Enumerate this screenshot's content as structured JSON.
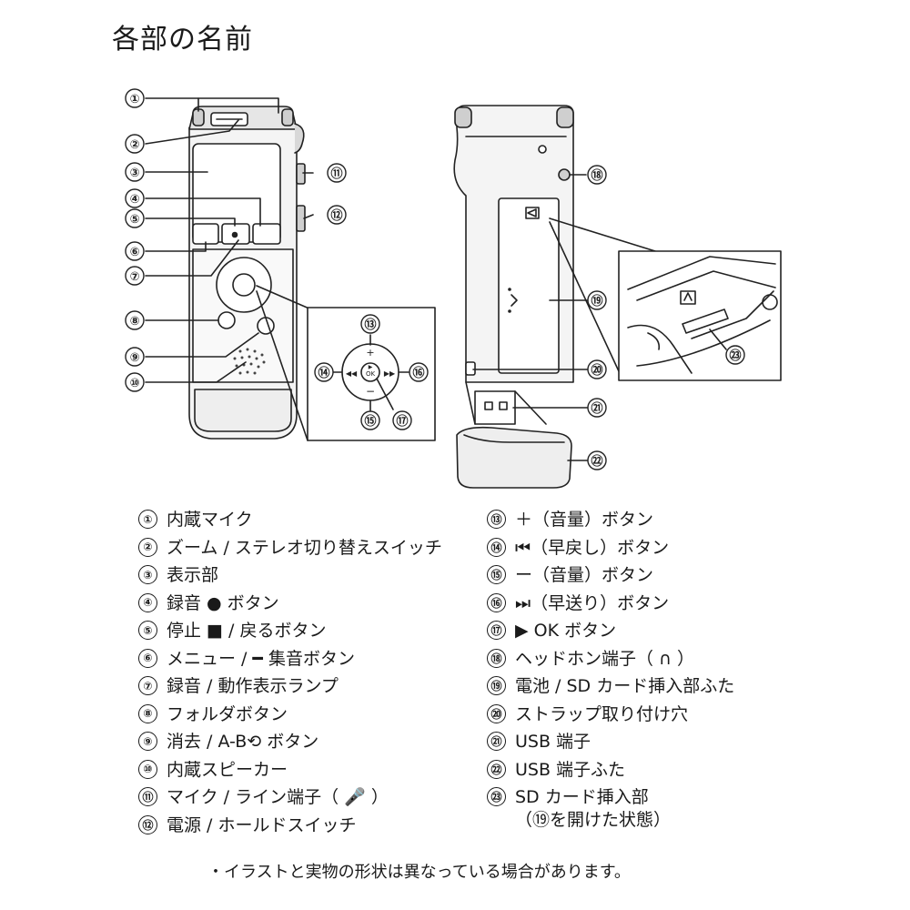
{
  "title": "各部の名前",
  "callouts": [
    "①",
    "②",
    "③",
    "④",
    "⑤",
    "⑥",
    "⑦",
    "⑧",
    "⑨",
    "⑩",
    "⑪",
    "⑫",
    "⑬",
    "⑭",
    "⑮",
    "⑯",
    "⑰",
    "⑱",
    "⑲",
    "⑳",
    "㉑",
    "㉒",
    "㉓"
  ],
  "button_labels": {
    "ok": "OK"
  },
  "parts_left": [
    {
      "num": "①",
      "label": "内蔵マイク"
    },
    {
      "num": "②",
      "label": "ズーム / ステレオ切り替えスイッチ"
    },
    {
      "num": "③",
      "label": "表示部"
    },
    {
      "num": "④",
      "label": "録音 ● ボタン"
    },
    {
      "num": "⑤",
      "label": "停止 ■ / 戻るボタン"
    },
    {
      "num": "⑥",
      "label": "メニュー / ━ 集音ボタン"
    },
    {
      "num": "⑦",
      "label": "録音 / 動作表示ランプ"
    },
    {
      "num": "⑧",
      "label": "フォルダボタン"
    },
    {
      "num": "⑨",
      "label": "消去 / A-B⟲ ボタン"
    },
    {
      "num": "⑩",
      "label": "内蔵スピーカー"
    },
    {
      "num": "⑪",
      "label": "マイク / ライン端子（ 🎤 ）"
    },
    {
      "num": "⑫",
      "label": "電源 / ホールドスイッチ"
    }
  ],
  "parts_right": [
    {
      "num": "⑬",
      "label": "＋（音量）ボタン"
    },
    {
      "num": "⑭",
      "label": "⏮（早戻し）ボタン"
    },
    {
      "num": "⑮",
      "label": "ー（音量）ボタン"
    },
    {
      "num": "⑯",
      "label": "⏭（早送り）ボタン"
    },
    {
      "num": "⑰",
      "label": "▶ OK ボタン"
    },
    {
      "num": "⑱",
      "label": "ヘッドホン端子（ ∩ ）"
    },
    {
      "num": "⑲",
      "label": "電池 / SD カード挿入部ふた"
    },
    {
      "num": "⑳",
      "label": "ストラップ取り付け穴"
    },
    {
      "num": "㉑",
      "label": "USB 端子"
    },
    {
      "num": "㉒",
      "label": "USB 端子ふた"
    },
    {
      "num": "㉓",
      "label": "SD カード挿入部",
      "sub": "（⑲を開けた状態）"
    }
  ],
  "note": "・イラストと実物の形状は異なっている場合があります。"
}
